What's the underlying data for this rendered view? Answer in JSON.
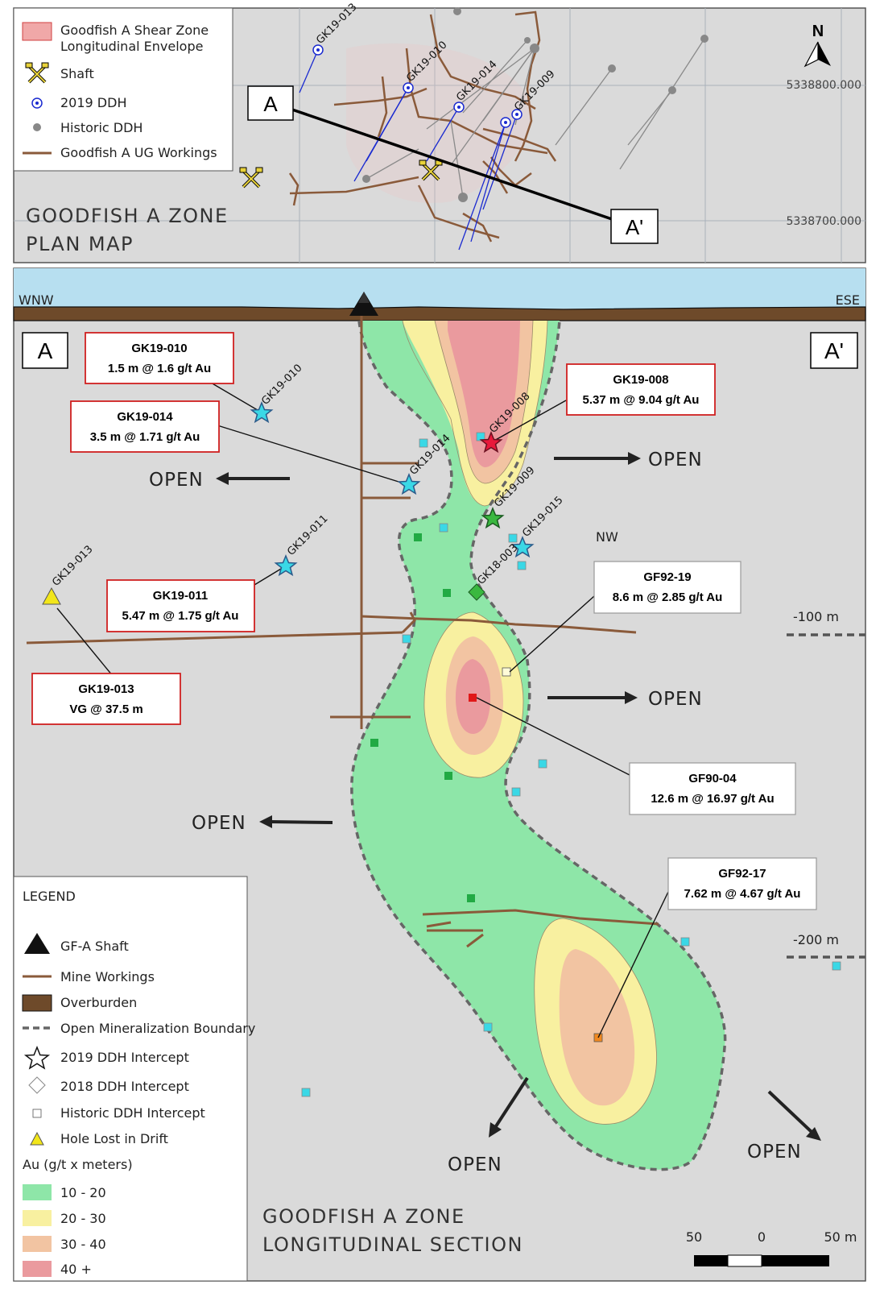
{
  "plan": {
    "legend": [
      {
        "label": "Goodfish A Shear Zone",
        "label2": "Longitudinal Envelope",
        "icon": "shear-zone-swatch"
      },
      {
        "label": "Shaft",
        "icon": "shaft-pick-hammer-icon"
      },
      {
        "label": "2019 DDH",
        "icon": "ddh-2019-icon"
      },
      {
        "label": "Historic DDH",
        "icon": "historic-ddh-icon"
      },
      {
        "label": "Goodfish A UG Workings",
        "icon": "ug-workings-line"
      }
    ],
    "title_line1": "GOODFISH A ZONE",
    "title_line2": "PLAN MAP",
    "north": "N",
    "northing_1": "5338800.000",
    "northing_2": "5338700.000",
    "section_a": "A",
    "section_a_prime": "A'",
    "holes": [
      "GK19-013",
      "GK19-010",
      "GK19-014",
      "GK19-009"
    ]
  },
  "section": {
    "wnw": "WNW",
    "ese": "ESE",
    "a": "A",
    "a_prime": "A'",
    "nw": "NW",
    "depth_100": "-100 m",
    "depth_200": "-200 m",
    "open_label": "OPEN",
    "title_line1": "GOODFISH A ZONE",
    "title_line2": "LONGITUDINAL SECTION",
    "scale": {
      "left": "50",
      "mid": "0",
      "right": "50 m"
    },
    "hole_labels": [
      "GK19-010",
      "GK19-014",
      "GK19-008",
      "GK19-009",
      "GK19-015",
      "GK18-003",
      "GK19-011",
      "GK19-013"
    ],
    "callouts": [
      {
        "id": "GK19-010",
        "line1": "GK19-010",
        "line2": "1.5 m @ 1.6 g/t Au",
        "border": "#d02020"
      },
      {
        "id": "GK19-014",
        "line1": "GK19-014",
        "line2": "3.5 m @ 1.71 g/t Au",
        "border": "#d02020"
      },
      {
        "id": "GK19-008",
        "line1": "GK19-008",
        "line2": "5.37 m @ 9.04 g/t Au",
        "border": "#d02020"
      },
      {
        "id": "GK19-011",
        "line1": "GK19-011",
        "line2": "5.47 m @ 1.75 g/t Au",
        "border": "#d02020"
      },
      {
        "id": "GK19-013",
        "line1": "GK19-013",
        "line2": "VG @ 37.5 m",
        "border": "#d02020"
      },
      {
        "id": "GF92-19",
        "line1": "GF92-19",
        "line2": "8.6 m @ 2.85 g/t Au",
        "border": "#999999"
      },
      {
        "id": "GF90-04",
        "line1": "GF90-04",
        "line2": "12.6 m @ 16.97 g/t Au",
        "border": "#999999"
      },
      {
        "id": "GF92-17",
        "line1": "GF92-17",
        "line2": "7.62 m @ 4.67 g/t Au",
        "border": "#999999"
      }
    ],
    "legend": {
      "heading": "LEGEND",
      "items": [
        {
          "label": "GF-A Shaft",
          "icon": "shaft-triangle-icon"
        },
        {
          "label": "Mine Workings",
          "icon": "mine-workings-line"
        },
        {
          "label": "Overburden",
          "icon": "overburden-swatch"
        },
        {
          "label": "Open Mineralization Boundary",
          "icon": "boundary-dash-line"
        },
        {
          "label": "2019 DDH Intercept",
          "icon": "star-icon"
        },
        {
          "label": "2018 DDH Intercept",
          "icon": "diamond-icon"
        },
        {
          "label": "Historic DDH Intercept",
          "icon": "square-icon"
        },
        {
          "label": "Hole Lost in Drift",
          "icon": "yellow-triangle-icon"
        }
      ],
      "au_heading": "Au (g/t x meters)",
      "grades": [
        {
          "label": "10 - 20",
          "color": "#8ee6a8"
        },
        {
          "label": "20 - 30",
          "color": "#f8f0a0"
        },
        {
          "label": "30 - 40",
          "color": "#f2c4a2"
        },
        {
          "label": "40 +",
          "color": "#ea9a9e"
        }
      ]
    }
  },
  "colors": {
    "map_bg": "#dadada",
    "sky": "#b7dff0",
    "overburden": "#6e4a2a",
    "workings": "#8a5a3a",
    "ddh_2019": "#1a2ad0",
    "cyan_square": "#3ad8e6",
    "green_square": "#22aa44"
  }
}
